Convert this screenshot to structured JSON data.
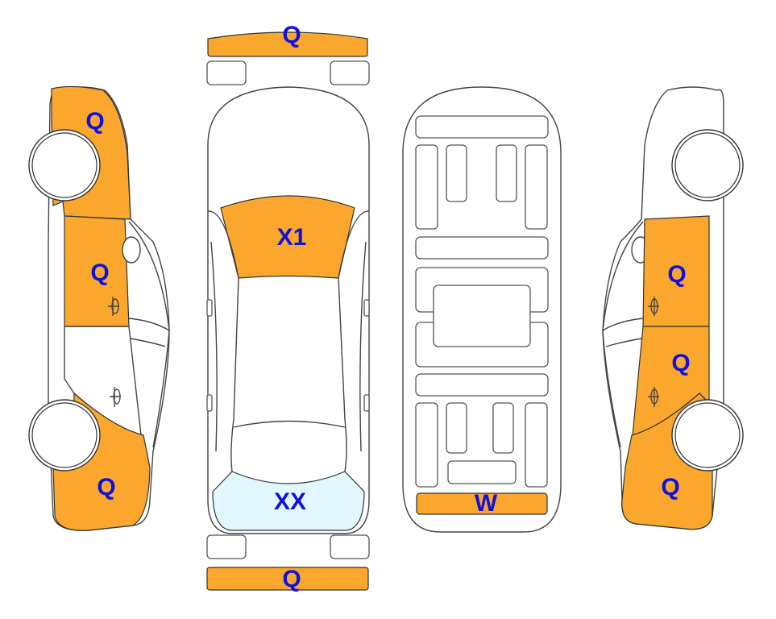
{
  "colors": {
    "damage": "#fba72d",
    "glass": "#e1f6fd",
    "label": "#1111dd",
    "outline": "#444444"
  },
  "labels": {
    "front_bumper": "Q",
    "rear_bumper": "Q",
    "windshield": "X1",
    "rear_window": "XX",
    "underbody_rear": "W",
    "left_front_fender": "Q",
    "left_front_door": "Q",
    "left_rear_quarter": "Q",
    "right_front_door": "Q",
    "right_rear_door": "Q",
    "right_rear_quarter": "Q"
  },
  "icons": {
    "left_side_view": "car-left-side-icon",
    "top_view": "car-top-view-icon",
    "underbody_view": "car-underbody-icon",
    "right_side_view": "car-right-side-icon"
  }
}
